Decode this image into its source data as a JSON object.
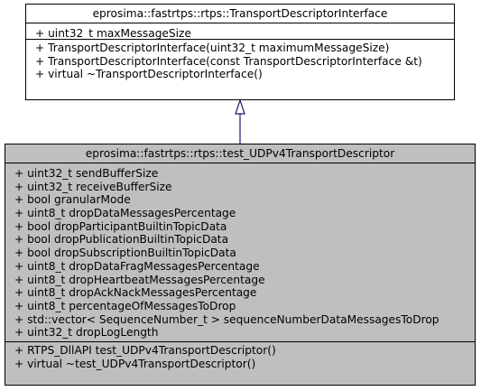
{
  "base_class": {
    "name": "eprosima::fastrtps::rtps::TransportDescriptorInterface",
    "attributes": [
      "+ uint32_t maxMessageSize"
    ],
    "methods": [
      "+ TransportDescriptorInterface(uint32_t maximumMessageSize)",
      "+ TransportDescriptorInterface(const TransportDescriptorInterface &t)",
      "+ virtual ~TransportDescriptorInterface()"
    ]
  },
  "derived_class": {
    "name": "eprosima::fastrtps::rtps::test_UDPv4TransportDescriptor",
    "attributes": [
      "+ uint32_t sendBufferSize",
      "+ uint32_t receiveBufferSize",
      "+ bool granularMode",
      "+ uint8_t dropDataMessagesPercentage",
      "+ bool dropParticipantBuiltinTopicData",
      "+ bool dropPublicationBuiltinTopicData",
      "+ bool dropSubscriptionBuiltinTopicData",
      "+ uint8_t dropDataFragMessagesPercentage",
      "+ uint8_t dropHeartbeatMessagesPercentage",
      "+ uint8_t dropAckNackMessagesPercentage",
      "+ uint8_t percentageOfMessagesToDrop",
      "+ std::vector< SequenceNumber_t > sequenceNumberDataMessagesToDrop",
      "+ uint32_t dropLogLength"
    ],
    "methods": [
      "+ RTPS_DllAPI test_UDPv4TransportDescriptor()",
      "+ virtual ~test_UDPv4TransportDescriptor()"
    ]
  },
  "relationship": {
    "type": "inheritance",
    "colors": {
      "line": "#191970",
      "derived_fill": "#bfbfbf",
      "base_fill": "#ffffff"
    }
  }
}
